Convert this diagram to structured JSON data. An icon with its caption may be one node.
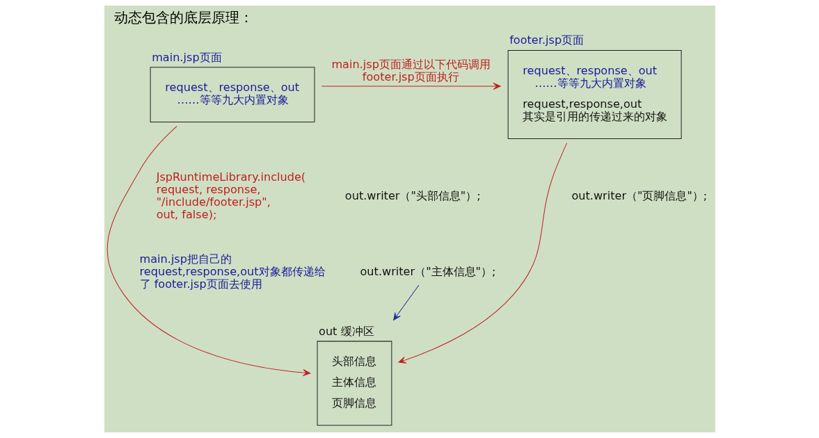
{
  "diagram": {
    "title": "动态包含的底层原理：",
    "nodes": [
      {
        "text": [
          "main.jsp页面",
          "request、response、out……等等九大内置对象"
        ]
      },
      {
        "text": [
          "footer.jsp页面",
          "request、response、out……等等九大内置对象",
          "request,response,out其实是引用的传递过来的对象"
        ]
      },
      {
        "text": [
          "out 缓冲区",
          "头部信息",
          "主体信息",
          "页脚信息"
        ]
      },
      {
        "text": [
          "out.writer（\"主体信息\"）;"
        ]
      }
    ],
    "edges": [
      {
        "from": 0,
        "to": 1,
        "arrow": "to",
        "label": "main.jsp页面通过以下代码调用 footer.jsp页面执行"
      },
      {
        "from": 0,
        "to": 2,
        "arrow": "to"
      },
      {
        "from": 1,
        "to": 2,
        "arrow": "to"
      },
      {
        "from": 3,
        "to": 2,
        "arrow": "to",
        "color": "#1f2f9f"
      }
    ],
    "labels": [
      "JspRuntimeLibrary.include(request, response, \"/include/footer.jsp\", out, false);",
      "main.jsp把自己的 request,response,out对象都传递给了 footer.jsp页面去使用",
      "out.writer（\"头部信息\"）;",
      "out.writer（\"页脚信息\"）;"
    ]
  }
}
